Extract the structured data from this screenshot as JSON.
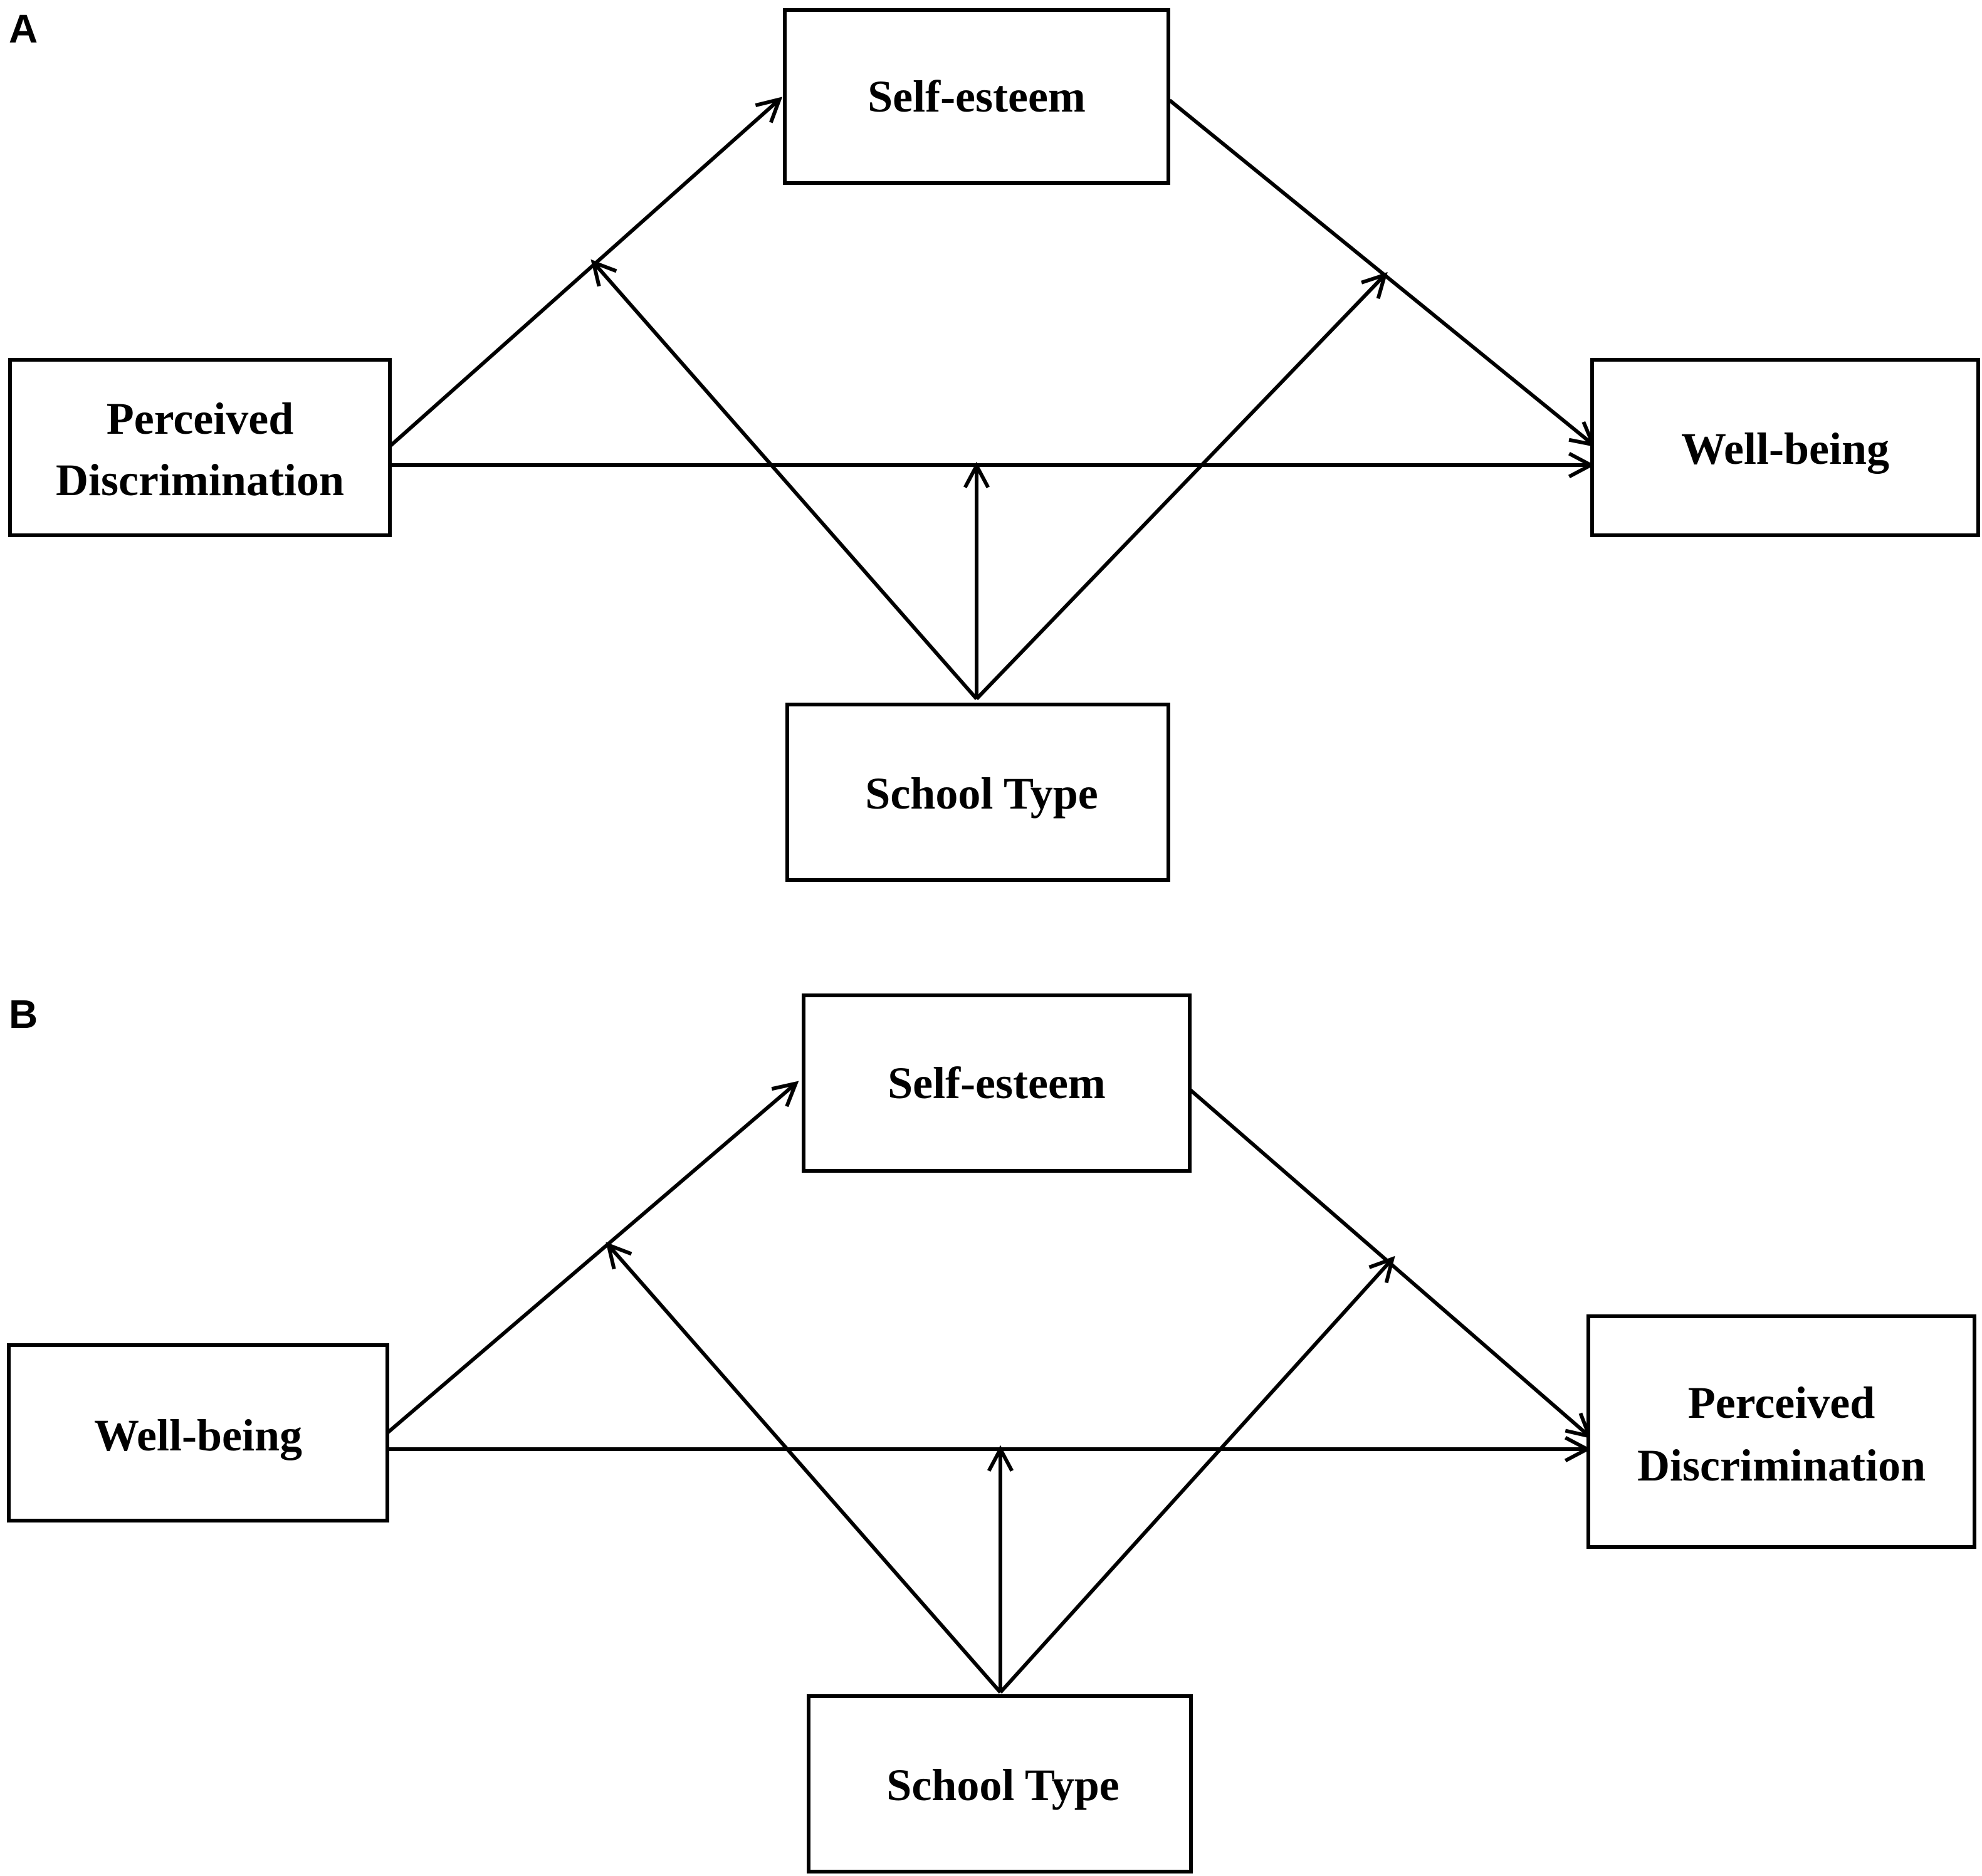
{
  "panels": [
    {
      "label": "A",
      "nodes": {
        "mediator": "Self-esteem",
        "predictor_line1": "Perceived",
        "predictor_line2": "Discrimination",
        "outcome": "Well-being",
        "moderator": "School Type"
      }
    },
    {
      "label": "B",
      "nodes": {
        "mediator": "Self-esteem",
        "predictor": "Well-being",
        "outcome_line1": "Perceived",
        "outcome_line2": "Discrimination",
        "moderator": "School Type"
      }
    }
  ]
}
